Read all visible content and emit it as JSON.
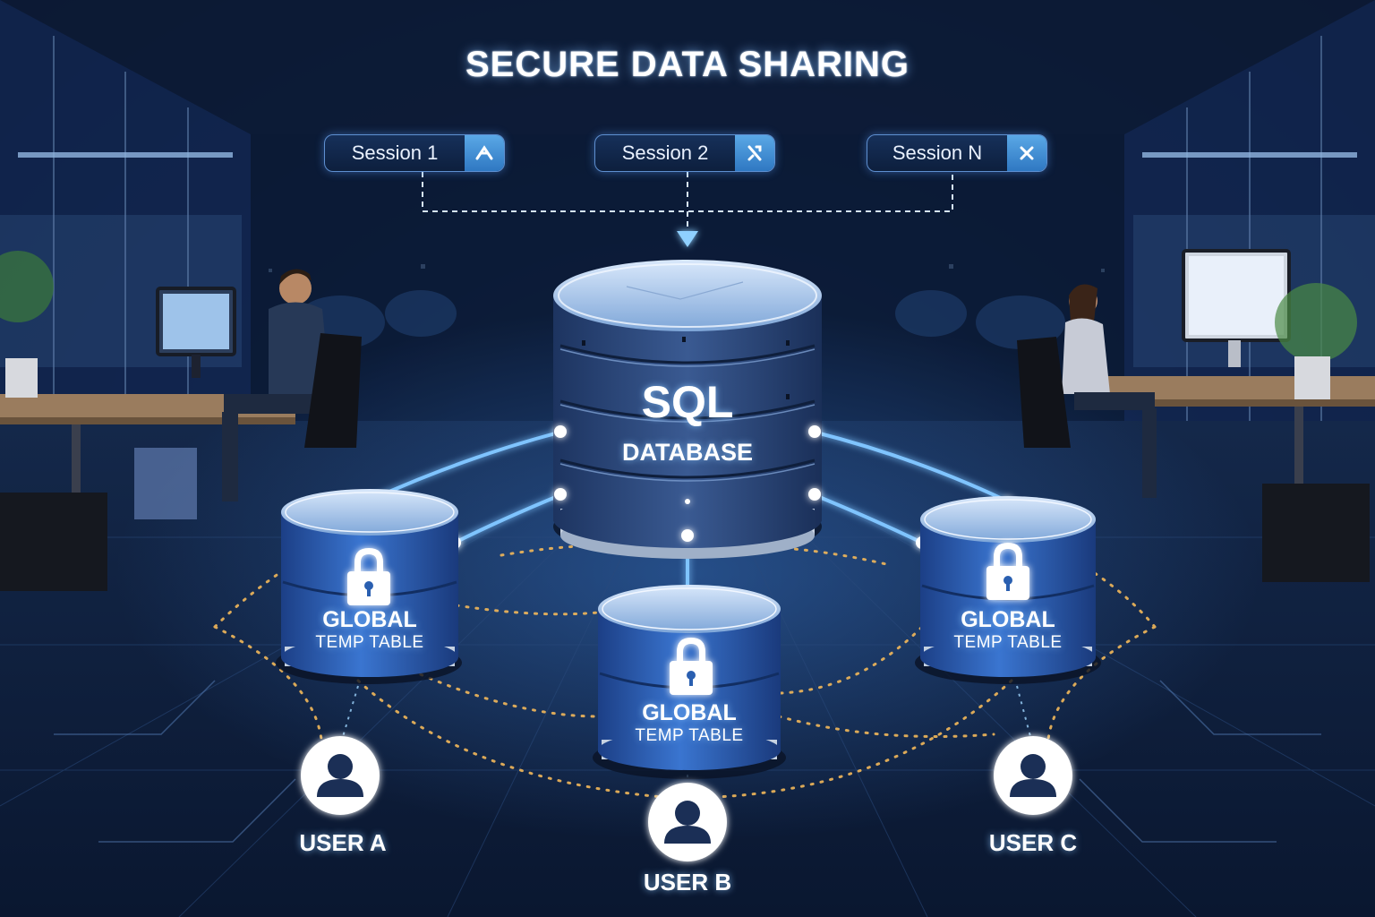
{
  "title": "SECURE DATA SHARING",
  "sessions": [
    {
      "label": "Session 1"
    },
    {
      "label": "Session 2"
    },
    {
      "label": "Session N"
    }
  ],
  "database": {
    "line1": "SQL",
    "line2": "DATABASE"
  },
  "temp_tables": [
    {
      "title": "GLOBAL",
      "subtitle": "TEMP TABLE"
    },
    {
      "title": "GLOBAL",
      "subtitle": "TEMP TABLE"
    },
    {
      "title": "GLOBAL",
      "subtitle": "TEMP TABLE"
    }
  ],
  "users": [
    {
      "label": "USER A"
    },
    {
      "label": "USER B"
    },
    {
      "label": "USER C"
    }
  ],
  "colors": {
    "background": "#0f2244",
    "cylinder": "#2f62b8",
    "glow": "#7fc4ff",
    "path_dots": "#f2b85a"
  },
  "icons": [
    "lock-icon",
    "user-icon",
    "session-icon",
    "database-icon"
  ]
}
